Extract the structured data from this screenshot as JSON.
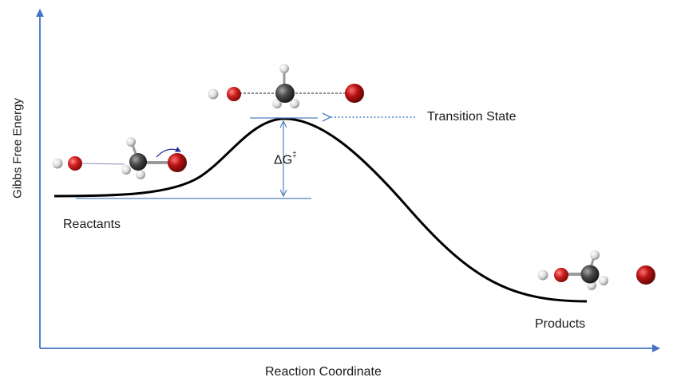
{
  "diagram": {
    "y_axis_label": "Gibbs Free Energy",
    "x_axis_label": "Reaction Coordinate",
    "reactants_label": "Reactants",
    "products_label": "Products",
    "transition_state_label": "Transition State",
    "activation_energy_label": "ΔG",
    "activation_energy_superscript": "‡"
  },
  "colors": {
    "axis": "#4472c4",
    "curve": "#000000",
    "guide_lines": "#4f81bd",
    "oxygen_atom": "#cc1f1f",
    "bromine_atom": "#a01010",
    "carbon_atom": "#4a4a4a",
    "hydrogen_atom": "#e6e6e6"
  },
  "molecules": {
    "reactants": [
      "hydroxide",
      "bromomethane"
    ],
    "transition_state": [
      "HO···CH3···Br complex"
    ],
    "products": [
      "methanol",
      "bromide"
    ]
  }
}
